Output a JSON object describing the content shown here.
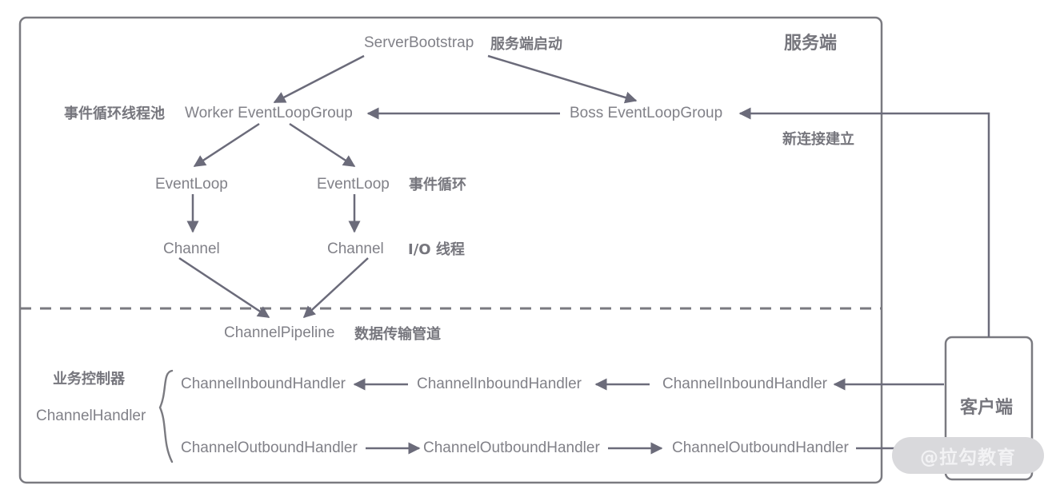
{
  "diagram": {
    "title_server": "服务端",
    "title_client": "客户端",
    "watermark": "@拉勾教育"
  },
  "nodes": {
    "server_bootstrap": "ServerBootstrap",
    "server_bootstrap_note": "服务端启动",
    "event_loop_pool_note": "事件循环线程池",
    "worker_group": "Worker EventLoopGroup",
    "boss_group": "Boss EventLoopGroup",
    "new_connection_note": "新连接建立",
    "event_loop_left": "EventLoop",
    "event_loop_right": "EventLoop",
    "event_loop_note": "事件循环",
    "channel_left": "Channel",
    "channel_right": "Channel",
    "io_thread_note": "I/O 线程",
    "channel_pipeline": "ChannelPipeline",
    "pipeline_note": "数据传输管道",
    "business_controller_note": "业务控制器",
    "channel_handler": "ChannelHandler",
    "inbound_1": "ChannelInboundHandler",
    "inbound_2": "ChannelInboundHandler",
    "inbound_3": "ChannelInboundHandler",
    "outbound_1": "ChannelOutboundHandler",
    "outbound_2": "ChannelOutboundHandler",
    "outbound_3": "ChannelOutboundHandler"
  },
  "colors": {
    "stroke": "#6b6b7a",
    "box_border": "#7a7a80",
    "text": "#818188",
    "text_cn": "#76767d",
    "watermark_bg": "#d9d9dc",
    "watermark_text": "#f2f2f4",
    "background": "#ffffff"
  }
}
